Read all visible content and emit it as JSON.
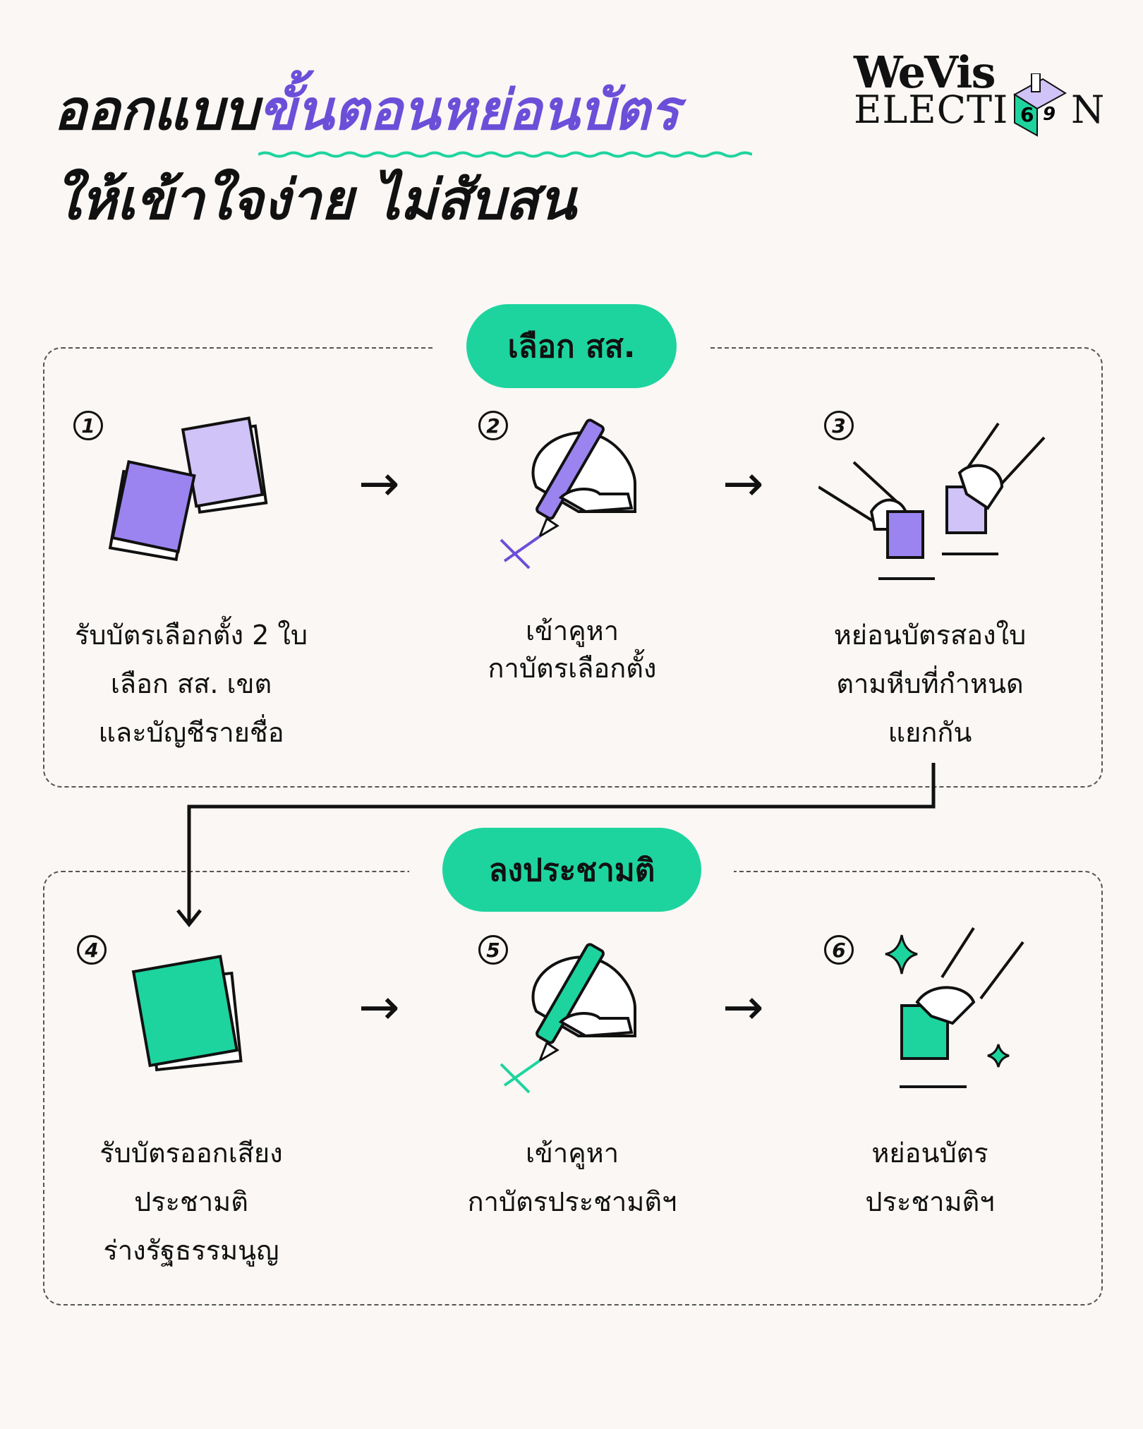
{
  "title": {
    "line1_prefix": "ออกแบบ",
    "line1_highlight": "ขั้นตอนหย่อนบัตร",
    "line2": "ให้เข้าใจง่าย ไม่สับสน"
  },
  "logo": {
    "top": "WeVis",
    "bottom_left": "ELECTI",
    "bottom_right": "N",
    "box_digits": "69"
  },
  "colors": {
    "purple": "#6b4fd8",
    "purple_fill": "#9b84f0",
    "lavender": "#cfc3f7",
    "green": "#1ed49e",
    "background": "#faf7f4"
  },
  "sections": [
    {
      "label": "เลือก สส.",
      "steps": [
        {
          "number": "1",
          "icon": "two-ballots-icon",
          "lines": [
            "รับบัตรเลือกตั้ง 2 ใบ",
            "เลือก สส. เขต",
            "และบัญชีรายชื่อ"
          ]
        },
        {
          "number": "2",
          "icon": "hand-pen-mark-icon",
          "lines": [
            "เข้าคูหา",
            "กาบัตรเลือกตั้ง"
          ]
        },
        {
          "number": "3",
          "icon": "two-hands-ballot-boxes-icon",
          "lines": [
            "หย่อนบัตรสองใบ",
            "ตามหีบที่กำหนด",
            "แยกกัน"
          ]
        }
      ]
    },
    {
      "label": "ลงประชามติ",
      "steps": [
        {
          "number": "4",
          "icon": "referendum-ballot-icon",
          "lines": [
            "รับบัตรออกเสียง",
            "ประชามติ",
            "ร่างรัฐธรรมนูญ"
          ]
        },
        {
          "number": "5",
          "icon": "hand-pen-mark-icon",
          "lines": [
            "เข้าคูหา",
            "กาบัตรประชามติฯ"
          ]
        },
        {
          "number": "6",
          "icon": "hand-ballot-sparkle-icon",
          "lines": [
            "หย่อนบัตร",
            "ประชามติฯ"
          ]
        }
      ]
    }
  ],
  "arrow_glyph": "→"
}
